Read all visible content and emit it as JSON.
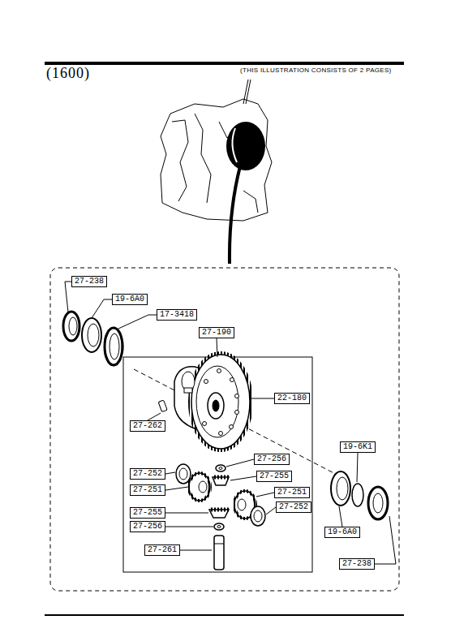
{
  "diagram": {
    "title": "(1600)",
    "labels": [
      "(THIS ILLUSTRATION CONSISTS OF 2 PAGES)",
      "27-238",
      "19-6A0",
      "17-3418",
      "27-190",
      "22-180",
      "27-262",
      "27-256",
      "27-252",
      "27-255",
      "27-251",
      "27-251",
      "27-252",
      "27-255",
      "27-256",
      "27-261",
      "19-6K1",
      "19-6A0",
      "27-238"
    ]
  }
}
